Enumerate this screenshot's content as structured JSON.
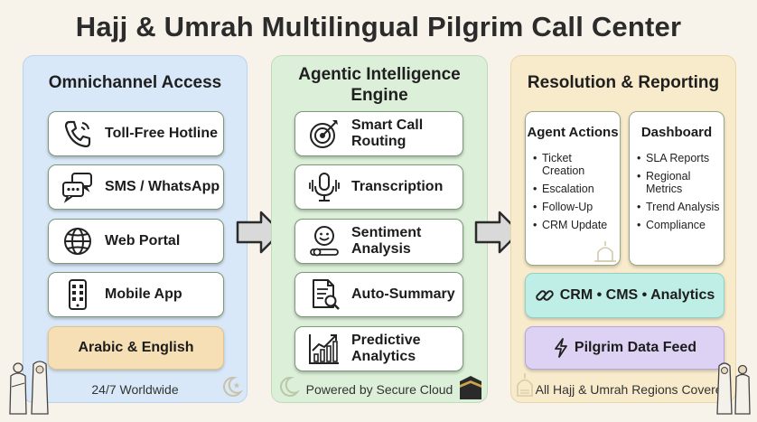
{
  "title": "Hajj & Umrah Multilingual Pilgrim Call Center",
  "colors": {
    "left_panel": "#d9e8f8",
    "mid_panel": "#dcefd9",
    "right_panel": "#f8ebcb",
    "language_pill": "#f6dfb5",
    "crm_pill": "#bfeee6",
    "feed_pill": "#ddd2f3",
    "arrow": "#d9d9d9"
  },
  "panels": {
    "left": {
      "title": "Omnichannel Access",
      "items": [
        {
          "label": "Toll-Free Hotline",
          "icon": "phone-icon"
        },
        {
          "label": "SMS / WhatsApp",
          "icon": "chat-bubbles-icon"
        },
        {
          "label": "Web Portal",
          "icon": "globe-icon"
        },
        {
          "label": "Mobile App",
          "icon": "smartphone-icon"
        }
      ],
      "language": "Arabic & English",
      "footer": "24/7 Worldwide"
    },
    "middle": {
      "title_line1": "Agentic Intelligence",
      "title_line2": "Engine",
      "items": [
        {
          "line1": "Smart Call",
          "line2": "Routing",
          "icon": "target-icon"
        },
        {
          "line1": "Transcription",
          "line2": "",
          "icon": "microphone-icon"
        },
        {
          "line1": "Sentiment",
          "line2": "Analysis",
          "icon": "smiley-slider-icon"
        },
        {
          "line1": "Auto-Summary",
          "line2": "",
          "icon": "document-search-icon"
        },
        {
          "line1": "Predictive",
          "line2": "Analytics",
          "icon": "growth-chart-icon"
        }
      ],
      "footer": "Powered by Secure Cloud"
    },
    "right": {
      "title": "Resolution & Reporting",
      "agent_actions": {
        "title": "Agent Actions",
        "items": [
          "Ticket Creation",
          "Escalation",
          "Follow-Up",
          "CRM Update"
        ]
      },
      "dashboard": {
        "title": "Dashboard",
        "items": [
          "SLA Reports",
          "Regional Metrics",
          "Trend Analysis",
          "Compliance"
        ]
      },
      "crm_label": "CRM • CMS • Analytics",
      "feed_label": "Pilgrim Data Feed",
      "footer": "All Hajj & Umrah Regions Covered"
    }
  }
}
